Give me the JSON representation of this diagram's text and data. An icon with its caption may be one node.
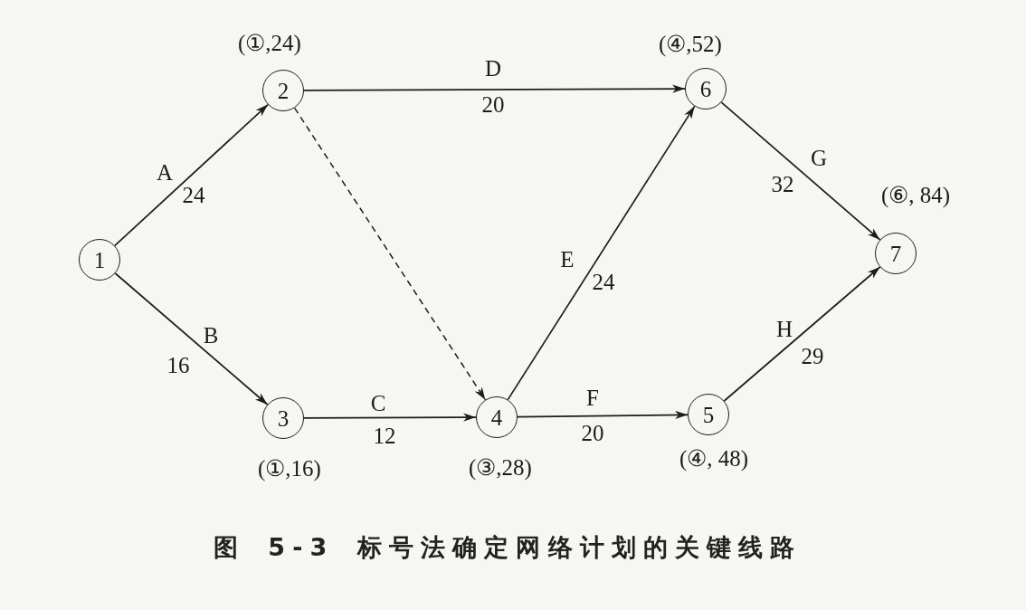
{
  "diagram": {
    "caption": "图 5-3 标号法确定网络计划的关键线路",
    "nodes": [
      {
        "text": [
          "1"
        ]
      },
      {
        "text": [
          "2"
        ],
        "beside": [
          "(①,24)"
        ]
      },
      {
        "text": [
          "3"
        ],
        "beside": [
          "(①,16)"
        ]
      },
      {
        "text": [
          "4"
        ],
        "beside": [
          "(③,28)"
        ]
      },
      {
        "text": [
          "5"
        ],
        "beside": [
          "(④, 48)"
        ]
      },
      {
        "text": [
          "6"
        ],
        "beside": [
          "(④,52)"
        ]
      },
      {
        "text": [
          "7"
        ],
        "beside": [
          "(⑥, 84)"
        ]
      }
    ],
    "edges": [
      {
        "from": 0,
        "to": 1,
        "arrow": "to",
        "label": "A"
      },
      {
        "from": 0,
        "to": 2,
        "arrow": "to",
        "label": "B"
      },
      {
        "from": 2,
        "to": 3,
        "arrow": "to",
        "label": "C"
      },
      {
        "from": 1,
        "to": 5,
        "arrow": "to",
        "label": "D"
      },
      {
        "from": 3,
        "to": 5,
        "arrow": "to",
        "label": "E"
      },
      {
        "from": 3,
        "to": 4,
        "arrow": "to",
        "label": "F"
      },
      {
        "from": 5,
        "to": 6,
        "arrow": "to",
        "label": "G"
      },
      {
        "from": 4,
        "to": 6,
        "arrow": "to",
        "label": "H"
      },
      {
        "from": 1,
        "to": 3,
        "arrow": "to",
        "style": "dashed"
      }
    ],
    "labels": [
      "24",
      "16",
      "12",
      "20",
      "24",
      "20",
      "32",
      "29"
    ]
  }
}
